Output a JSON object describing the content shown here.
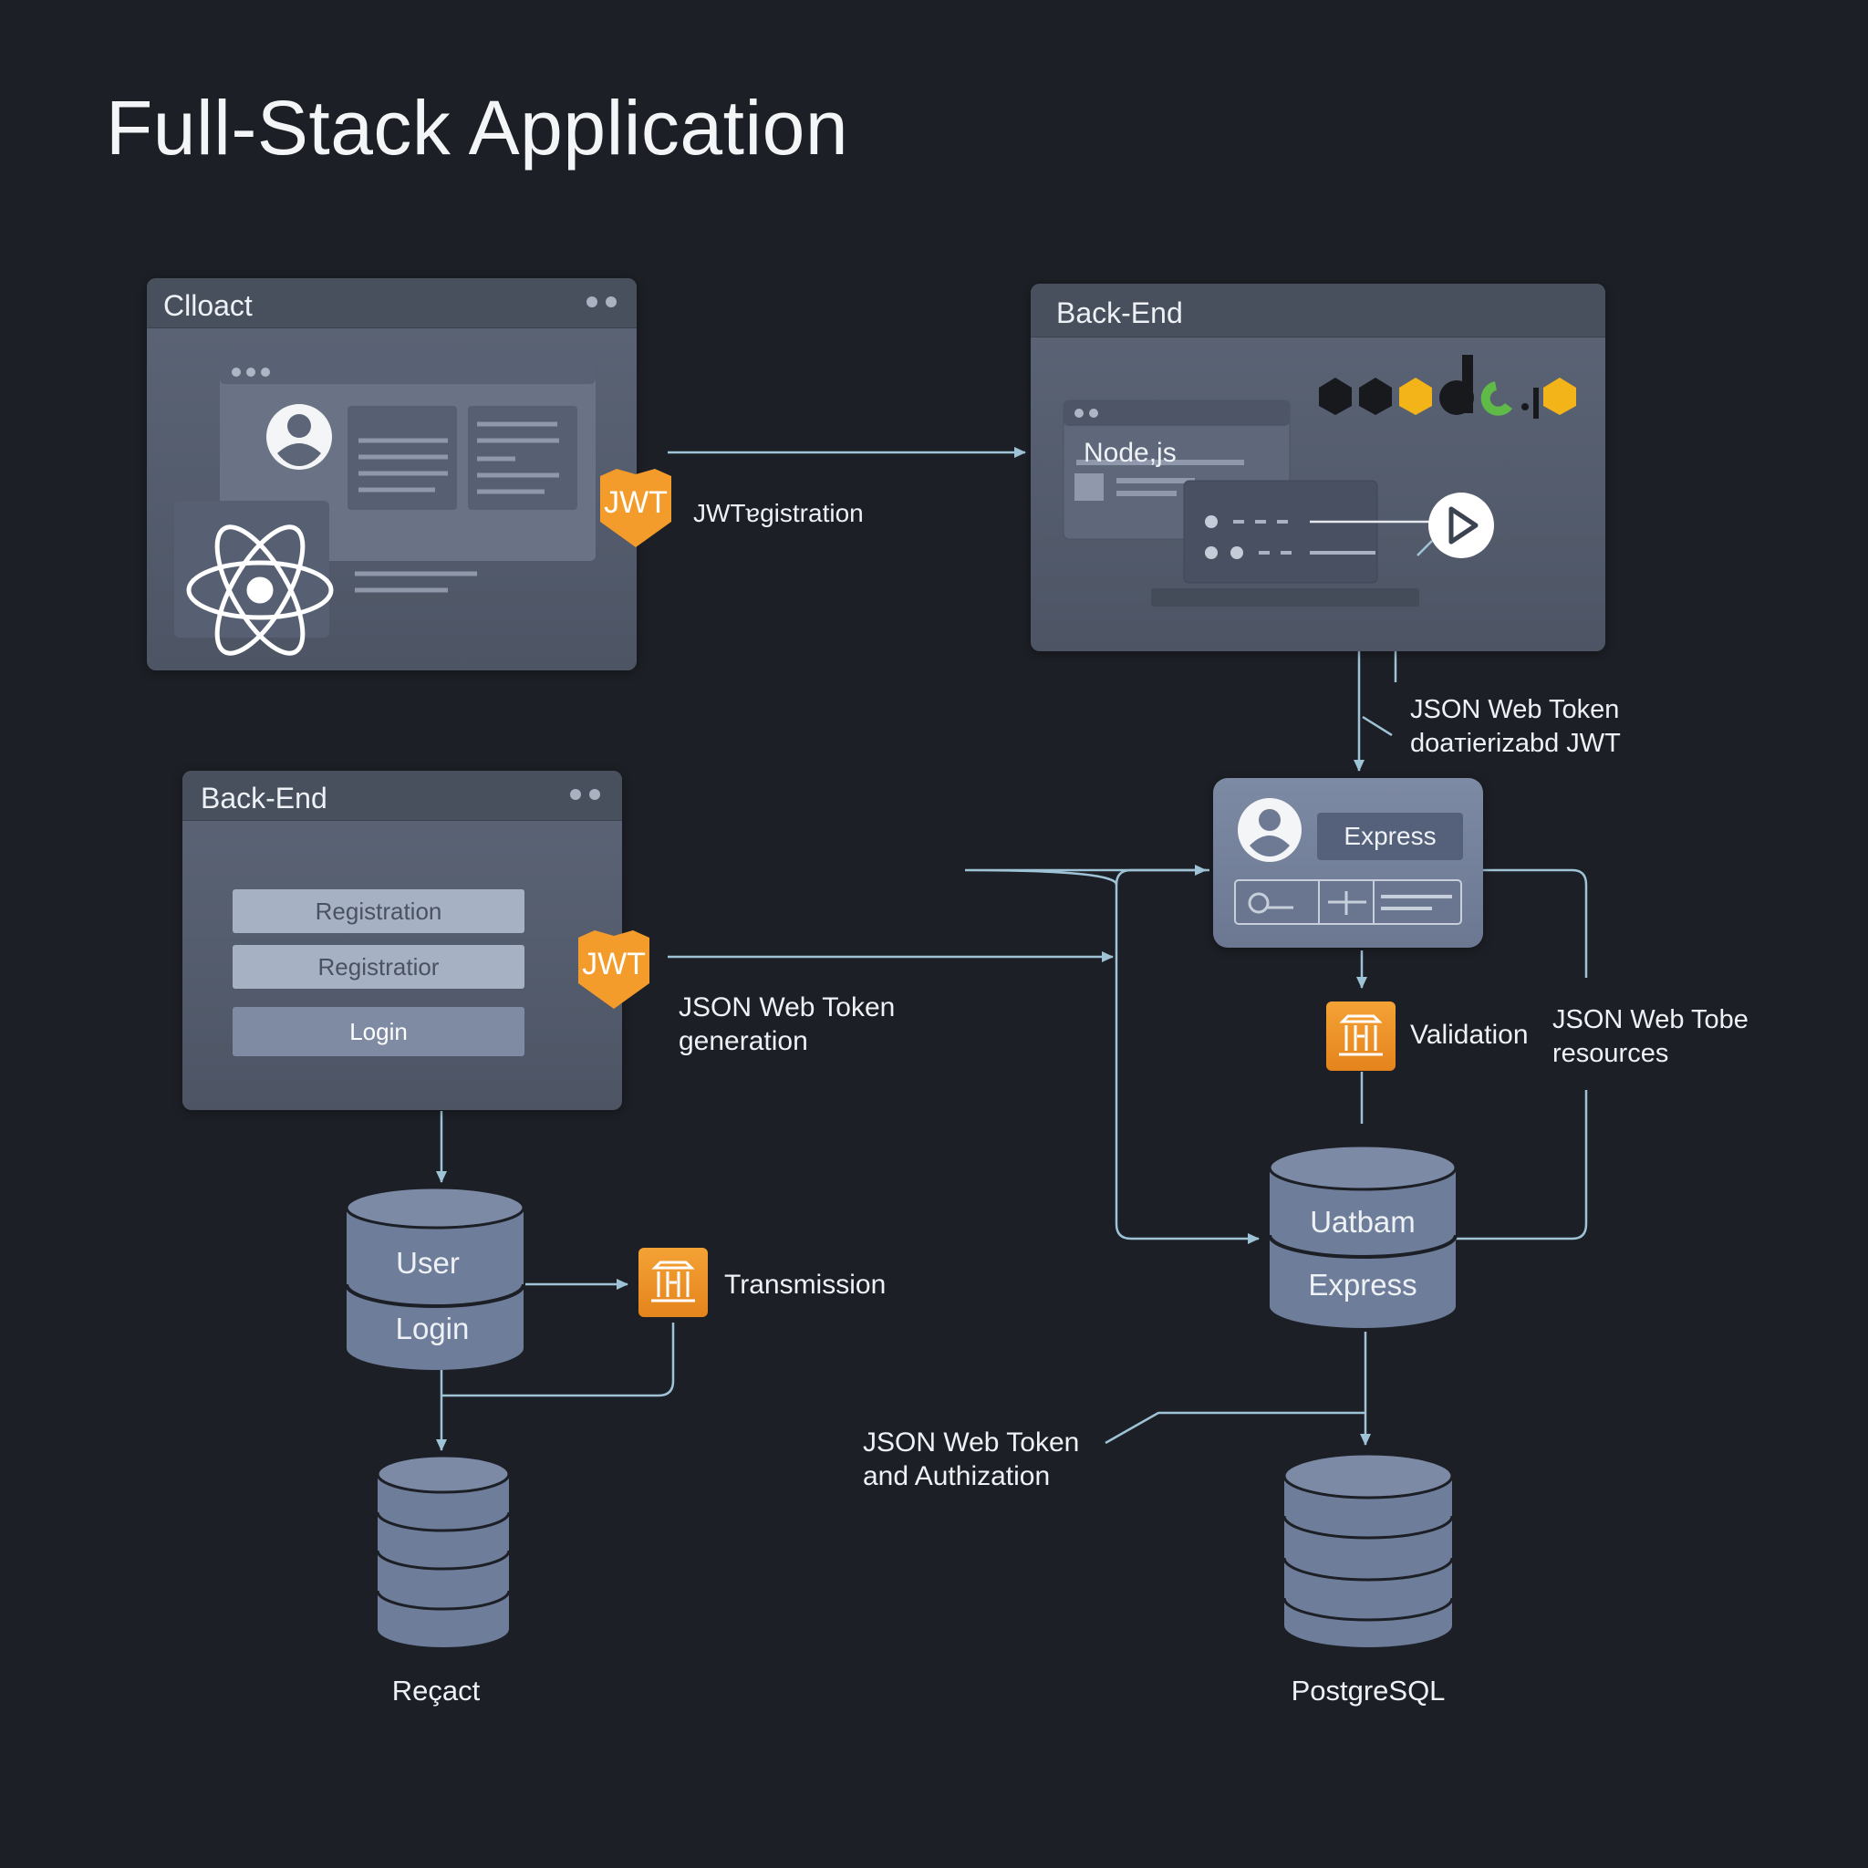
{
  "title": "Full-Stack Application",
  "colors": {
    "background": "#1c1f25",
    "panel": "#555e6f",
    "accent_orange": "#f39c2b",
    "arrow": "#9fc3d6",
    "db": "#6f7d98",
    "nodejs_green": "#5fba47"
  },
  "client_panel": {
    "title": "Clloact",
    "icon": "react-atom-icon"
  },
  "backend_top_panel": {
    "title": "Back-End",
    "logo_text": "node.js",
    "window_label": "Node,js",
    "play_icon": "play-icon"
  },
  "backend_left_panel": {
    "title": "Back-End",
    "buttons": [
      "Registration",
      "Registratior",
      "Login"
    ]
  },
  "express_card": {
    "label": "Express",
    "icon": "user-avatar-icon"
  },
  "badges": {
    "jwt_top": "JWT",
    "jwt_mid": "JWT"
  },
  "labels": {
    "jwt_registration": "JWT​ɐgistration",
    "jwt_deauthorized_line1": "JSON Web Token",
    "jwt_deauthorized_line2": "doaтierizabd JWT",
    "jwt_generation_line1": "JSON Web Token",
    "jwt_generation_line2": "generation",
    "validation": "Validation",
    "resources_line1": "JSON Web Tobe",
    "resources_line2": "resources",
    "transmission": "Transmission",
    "authorization_line1": "JSON Web Token",
    "authorization_line2": "and Authization"
  },
  "databases": {
    "user_db": [
      "User",
      "Login"
    ],
    "react_db_label": "Reçact",
    "mid_db": [
      "Uatbam",
      "Express"
    ],
    "postgres_label": "PostgreSQL"
  },
  "icons": [
    "jwt-shield-icon",
    "building-icon",
    "database-icon",
    "user-avatar-icon",
    "react-atom-icon",
    "play-icon"
  ]
}
